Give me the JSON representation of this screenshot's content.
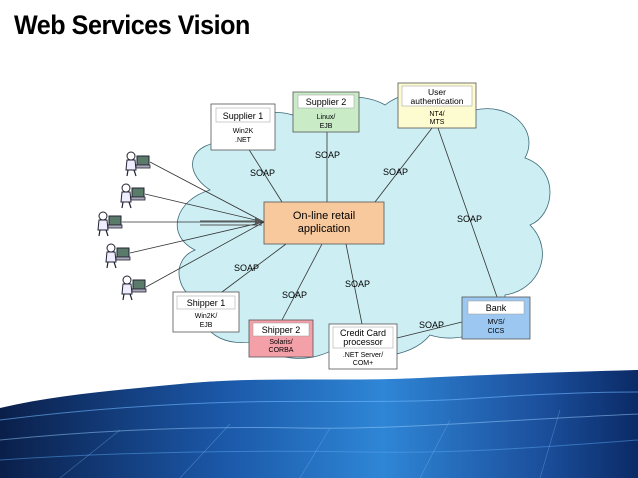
{
  "title": "Web Services Vision",
  "colors": {
    "cloud": "#cdeef3",
    "center": "#f8c99d",
    "supplier2": "#c9ecc7",
    "user_auth": "#fdfbd0",
    "shipper2": "#f4a0a8",
    "bank": "#9cc7f0",
    "default_box": "#ffffff"
  },
  "center": {
    "line1": "On-line retail",
    "line2": "application"
  },
  "nodes": {
    "supplier1": {
      "title": "Supplier 1",
      "sub1": "Win2K",
      "sub2": ".NET"
    },
    "supplier2": {
      "title": "Supplier 2",
      "sub1": "Linux/",
      "sub2": "EJB"
    },
    "user_auth": {
      "title1": "User",
      "title2": "authentication",
      "sub1": "NT4/",
      "sub2": "MTS"
    },
    "shipper1": {
      "title": "Shipper 1",
      "sub1": "Win2K/",
      "sub2": "EJB"
    },
    "shipper2": {
      "title": "Shipper 2",
      "sub1": "Solaris/",
      "sub2": "CORBA"
    },
    "credit_card": {
      "title1": "Credit Card",
      "title2": "processor",
      "sub1": ".NET Server/",
      "sub2": "COM+"
    },
    "bank": {
      "title": "Bank",
      "sub1": "MVS/",
      "sub2": "CICS"
    }
  },
  "soap_labels": {
    "supplier1": "SOAP",
    "supplier2": "SOAP",
    "user_auth": "SOAP",
    "bank": "SOAP",
    "shipper1": "SOAP",
    "shipper2": "SOAP",
    "credit_card": "SOAP",
    "cc_bank": "SOAP"
  },
  "users": {
    "icon": "user-at-computer-icon"
  }
}
